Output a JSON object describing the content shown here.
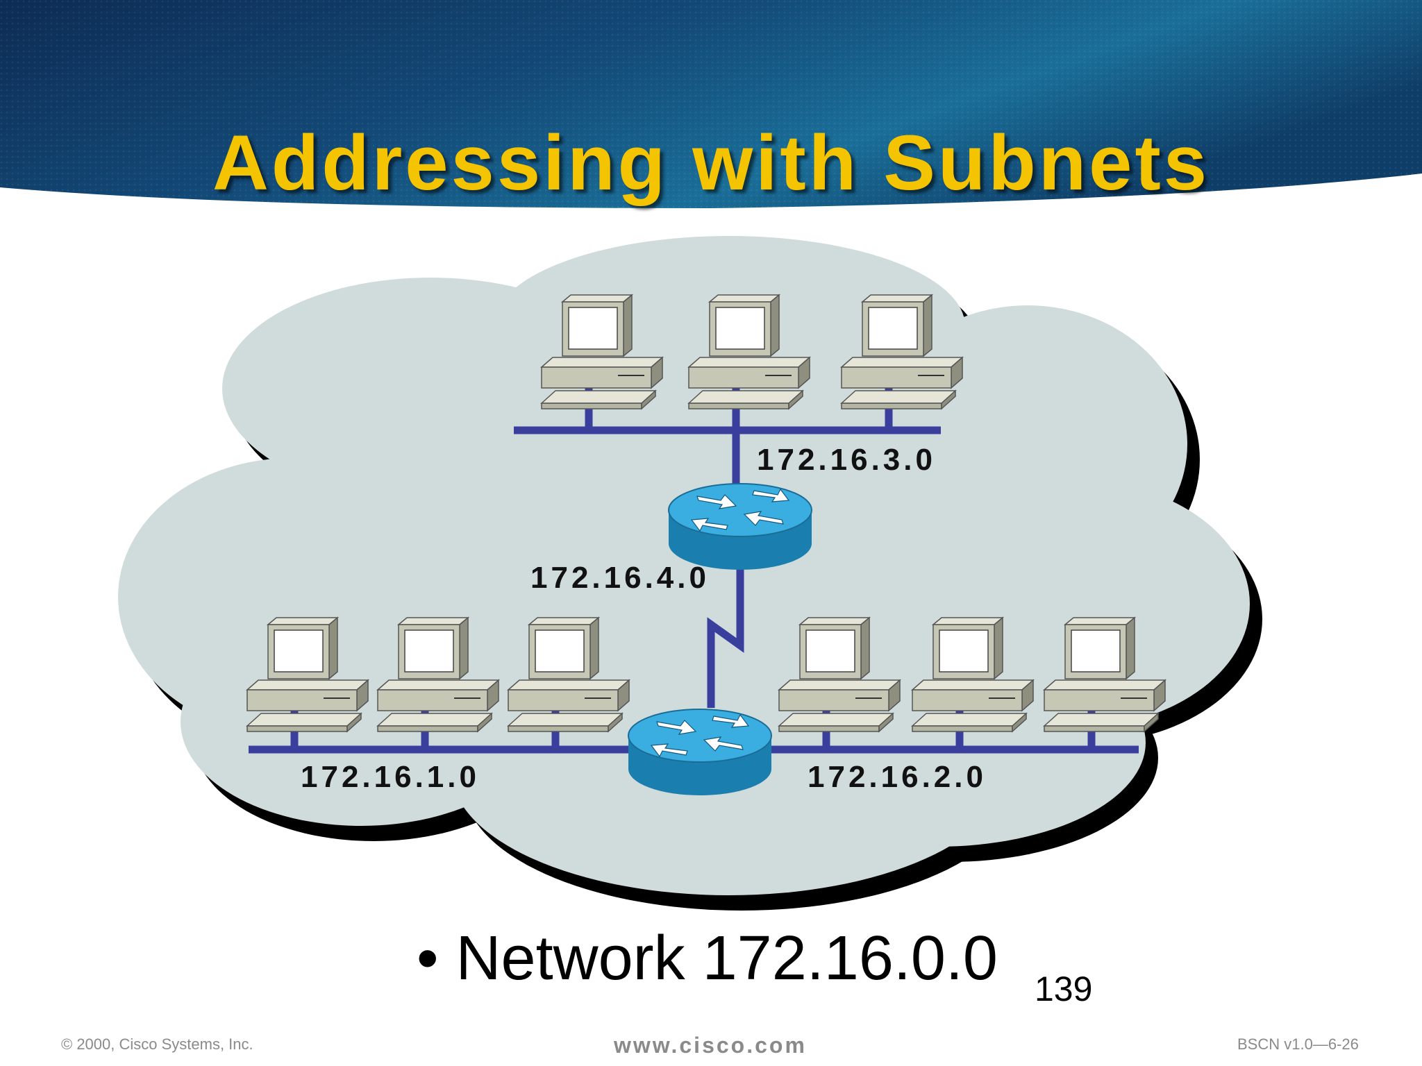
{
  "slide": {
    "title": "Addressing with Subnets",
    "bullet": "Network 172.16.0.0",
    "page_number": "139"
  },
  "diagram": {
    "networks": [
      {
        "id": "net-3",
        "label": "172.16.3.0"
      },
      {
        "id": "net-4",
        "label": "172.16.4.0"
      },
      {
        "id": "net-1",
        "label": "172.16.1.0"
      },
      {
        "id": "net-2",
        "label": "172.16.2.0"
      }
    ],
    "colors": {
      "cloud": "#d0dbdc",
      "cloud_shadow": "#000000",
      "bus": "#3a3f9e",
      "router": "#2e9bc9",
      "title": "#f5c400",
      "banner": "#1a5e8a"
    }
  },
  "footer": {
    "copyright": "© 2000, Cisco Systems, Inc.",
    "website": "www.cisco.com",
    "course": "BSCN v1.0—6-26"
  }
}
